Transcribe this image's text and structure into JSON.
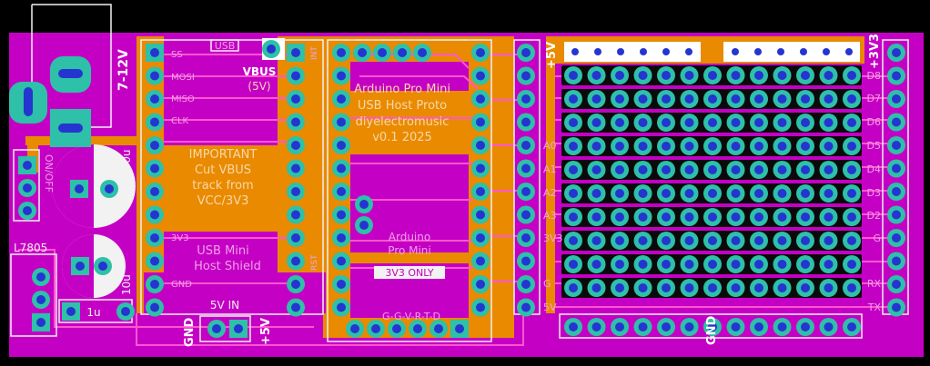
{
  "title_block": {
    "line1": "Arduino Pro Mini",
    "line2": "USB Host Proto",
    "line3": "diyelectromusic",
    "line4": "v0.1 2025"
  },
  "usb_shield": {
    "name1": "USB Mini",
    "name2": "Host Shield",
    "warn1": "IMPORTANT",
    "warn2": "Cut VBUS",
    "warn3": "track from",
    "warn4": "VCC/3V3",
    "usb_label": "USB",
    "vbus": "VBUS",
    "vbus_5v": "(5V)",
    "int": "INT",
    "rst": "RST",
    "pins_left": [
      "SS",
      "MOSI",
      "MISO",
      "CLK",
      "3V3",
      "GND"
    ]
  },
  "pro_mini": {
    "name1": "Arduino",
    "name2": "Pro Mini",
    "only": "3V3 ONLY",
    "ftdi": "G-G-V-R-T-D"
  },
  "power": {
    "vin": "7-12V",
    "onoff": "ON/OFF",
    "reg": "L7805",
    "cap_big": "100u",
    "cap_small": "10u",
    "cap_tiny": "1u",
    "in5v": "5V IN",
    "gnd": "GND",
    "plus5v": "+5V"
  },
  "rails": {
    "plus5v": "+5V",
    "plus3v3": "+3V3",
    "gnd": "GND"
  },
  "left_header_labels": [
    "A0",
    "A1",
    "A2",
    "A3",
    "3V3",
    "G",
    "5V"
  ],
  "right_header_labels": [
    "D8",
    "D7",
    "D6",
    "D5",
    "D4",
    "D3",
    "D2",
    "G",
    "RX",
    "TX"
  ],
  "colors": {
    "background": "#000000",
    "board": "#c400c4",
    "fill": "#e98a00",
    "trace": "#ff55d0",
    "pad_outer": "#2ec0a8",
    "pad_inner": "#2535d0",
    "silk": "#f2f2f2"
  }
}
